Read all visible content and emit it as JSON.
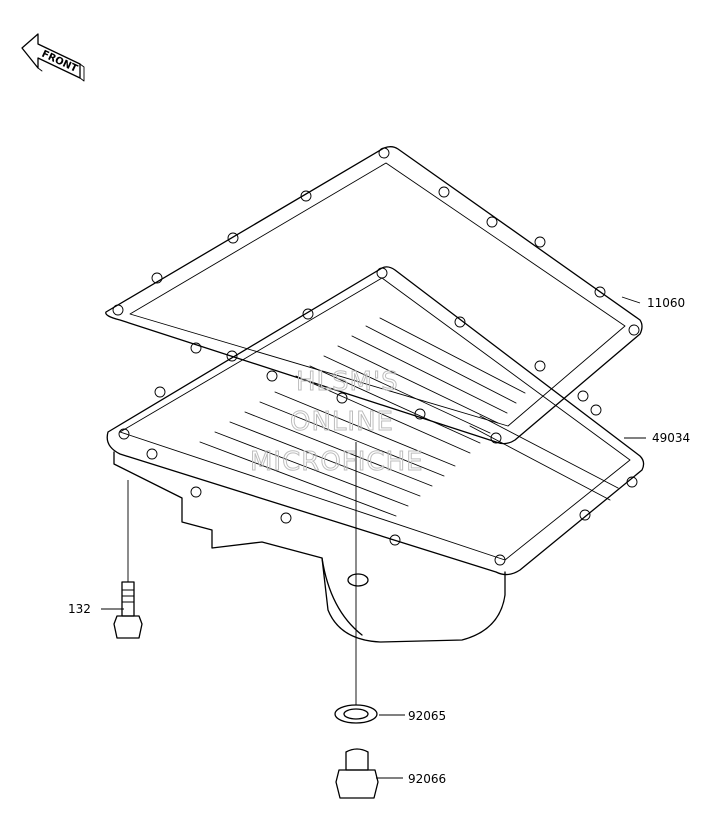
{
  "direction_badge": {
    "text": "FRONT"
  },
  "watermark": {
    "line1": "HLSM'S",
    "line2": "ONLINE",
    "line3": "MICROFICHE"
  },
  "parts": [
    {
      "id": "gasket",
      "number": "11060"
    },
    {
      "id": "oil-pan",
      "number": "49034"
    },
    {
      "id": "bolt",
      "number": "132"
    },
    {
      "id": "washer",
      "number": "92065"
    },
    {
      "id": "drain-plug",
      "number": "92066"
    }
  ]
}
